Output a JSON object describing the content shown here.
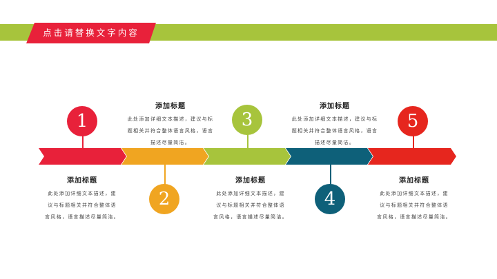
{
  "header": {
    "title": "点击请替换文字内容",
    "band_color": "#a7c43c",
    "banner_color": "#e8213a"
  },
  "steps": [
    {
      "number": "1",
      "color": "#e8213a",
      "title": "添加标题",
      "lines": [
        "此处添加详细文本描述，建",
        "议与标题相关并符合整体语",
        "言风格，语言描述尽量简洁。"
      ]
    },
    {
      "number": "2",
      "color": "#f0a521",
      "title": "添加标题",
      "lines": [
        "此处添加详细文本描述，建议与标",
        "题相关并符合整体语言风格，语言",
        "描述尽量简洁。"
      ]
    },
    {
      "number": "3",
      "color": "#a7c43c",
      "title": "添加标题",
      "lines": [
        "此处添加详细文本描述，建",
        "议与标题相关并符合整体语",
        "言风格，语言描述尽量简洁。"
      ]
    },
    {
      "number": "4",
      "color": "#0e6079",
      "title": "添加标题",
      "lines": [
        "此处添加详细文本描述，建议与标",
        "题相关并符合整体语言风格，语言",
        "描述尽量简洁。"
      ]
    },
    {
      "number": "5",
      "color": "#e6261e",
      "title": "添加标题",
      "lines": [
        "此处添加详细文本描述，建",
        "议与标题相关并符合整体语",
        "言风格，语言描述尽量简洁。"
      ]
    }
  ]
}
